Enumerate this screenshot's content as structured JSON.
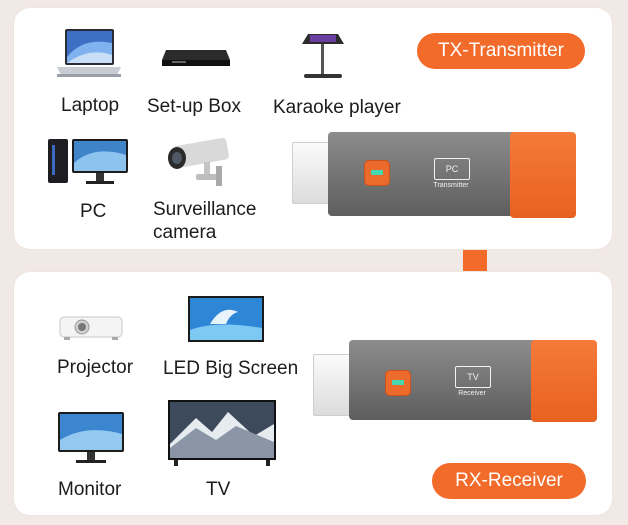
{
  "tx": {
    "badge": "TX-Transmitter",
    "devices": [
      {
        "label": "Laptop",
        "icon": "laptop-icon"
      },
      {
        "label": "Set-up Box",
        "icon": "set-top-box-icon"
      },
      {
        "label": "Karaoke player",
        "icon": "karaoke-player-icon"
      },
      {
        "label": "PC",
        "icon": "pc-icon"
      },
      {
        "label": "Surveillance\ncamera",
        "icon": "surveillance-camera-icon"
      }
    ],
    "dongle": {
      "screen_text": "PC",
      "caption": "Transmitter"
    }
  },
  "arrow": {
    "icon": "down-arrow-icon",
    "color": "#f26b2a"
  },
  "rx": {
    "badge": "RX-Receiver",
    "devices": [
      {
        "label": "Projector",
        "icon": "projector-icon"
      },
      {
        "label": "LED Big Screen",
        "icon": "led-screen-icon"
      },
      {
        "label": "Monitor",
        "icon": "monitor-icon"
      },
      {
        "label": "TV",
        "icon": "tv-icon"
      }
    ],
    "dongle": {
      "screen_text": "TV",
      "caption": "Receiver"
    }
  },
  "colors": {
    "accent": "#f26b2a",
    "panel": "#ffffff",
    "background": "#f1e9e5",
    "dongle_body": "#6e6e6e",
    "indicator": "#45d9b2"
  }
}
